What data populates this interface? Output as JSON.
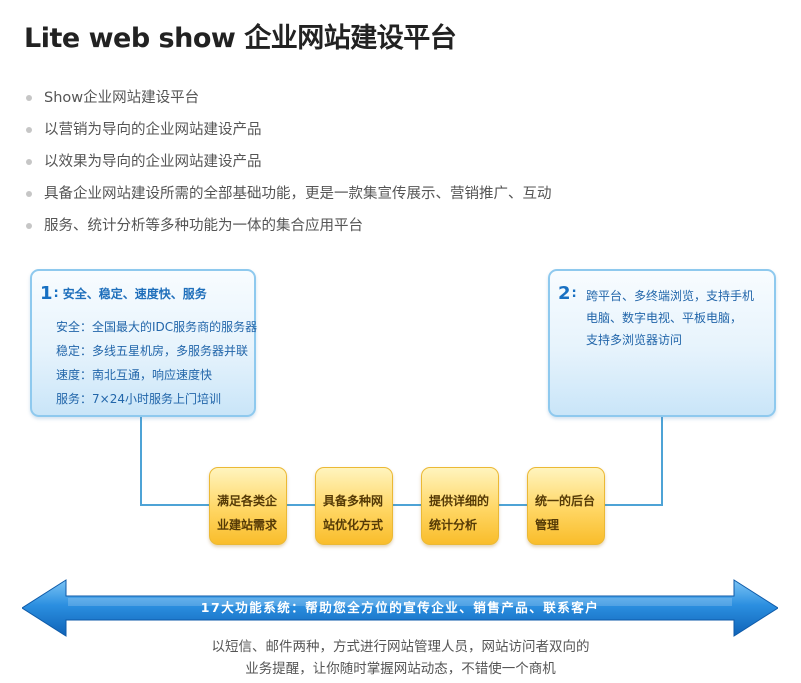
{
  "header": {
    "title": "Lite web show 企业网站建设平台"
  },
  "intro": {
    "items": [
      "Show企业网站建设平台",
      "以营销为导向的企业网站建设产品",
      "以效果为导向的企业网站建设产品",
      "具备企业网站建设所需的全部基础功能，更是一款集宣传展示、营销推广、互动",
      "服务、统计分析等多种功能为一体的集合应用平台"
    ]
  },
  "box1": {
    "number": "1",
    "colon": ":",
    "heading": "安全、稳定、速度快、服务",
    "lines": [
      "安全：全国最大的IDC服务商的服务器",
      "稳定：多线五星机房，多服务器并联",
      "速度：南北互通，响应速度快",
      "服务：7×24小时服务上门培训"
    ]
  },
  "box2": {
    "number": "2",
    "colon": ":",
    "lines": [
      "跨平台、多终端浏览，支持手机",
      "电脑、数字电视、平板电脑，",
      "支持多浏览器访问"
    ]
  },
  "tiles": [
    {
      "lines": [
        "满足各类企",
        "业建站需求"
      ]
    },
    {
      "lines": [
        "具备多种网",
        "站优化方式"
      ]
    },
    {
      "lines": [
        "提供详细的",
        "统计分析"
      ]
    },
    {
      "lines": [
        "统一的后台",
        "管理"
      ]
    }
  ],
  "banner": {
    "text": "17大功能系统：帮助您全方位的宣传企业、销售产品、联系客户"
  },
  "footer": {
    "lines": [
      "以短信、邮件两种，方式进行网站管理人员，网站访问者双向的",
      "业务提醒，让你随时掌握网站动态，不错使一个商机"
    ]
  },
  "colors": {
    "box_border": "#8ec9ee",
    "box_text": "#2266aa",
    "tile_fill": "#ffd663",
    "connector": "#4ea3d6",
    "arrow_fill": "#1d7fd6"
  },
  "icons": {
    "bullet": "dot-bullet-icon",
    "banner": "double-arrow-icon"
  }
}
